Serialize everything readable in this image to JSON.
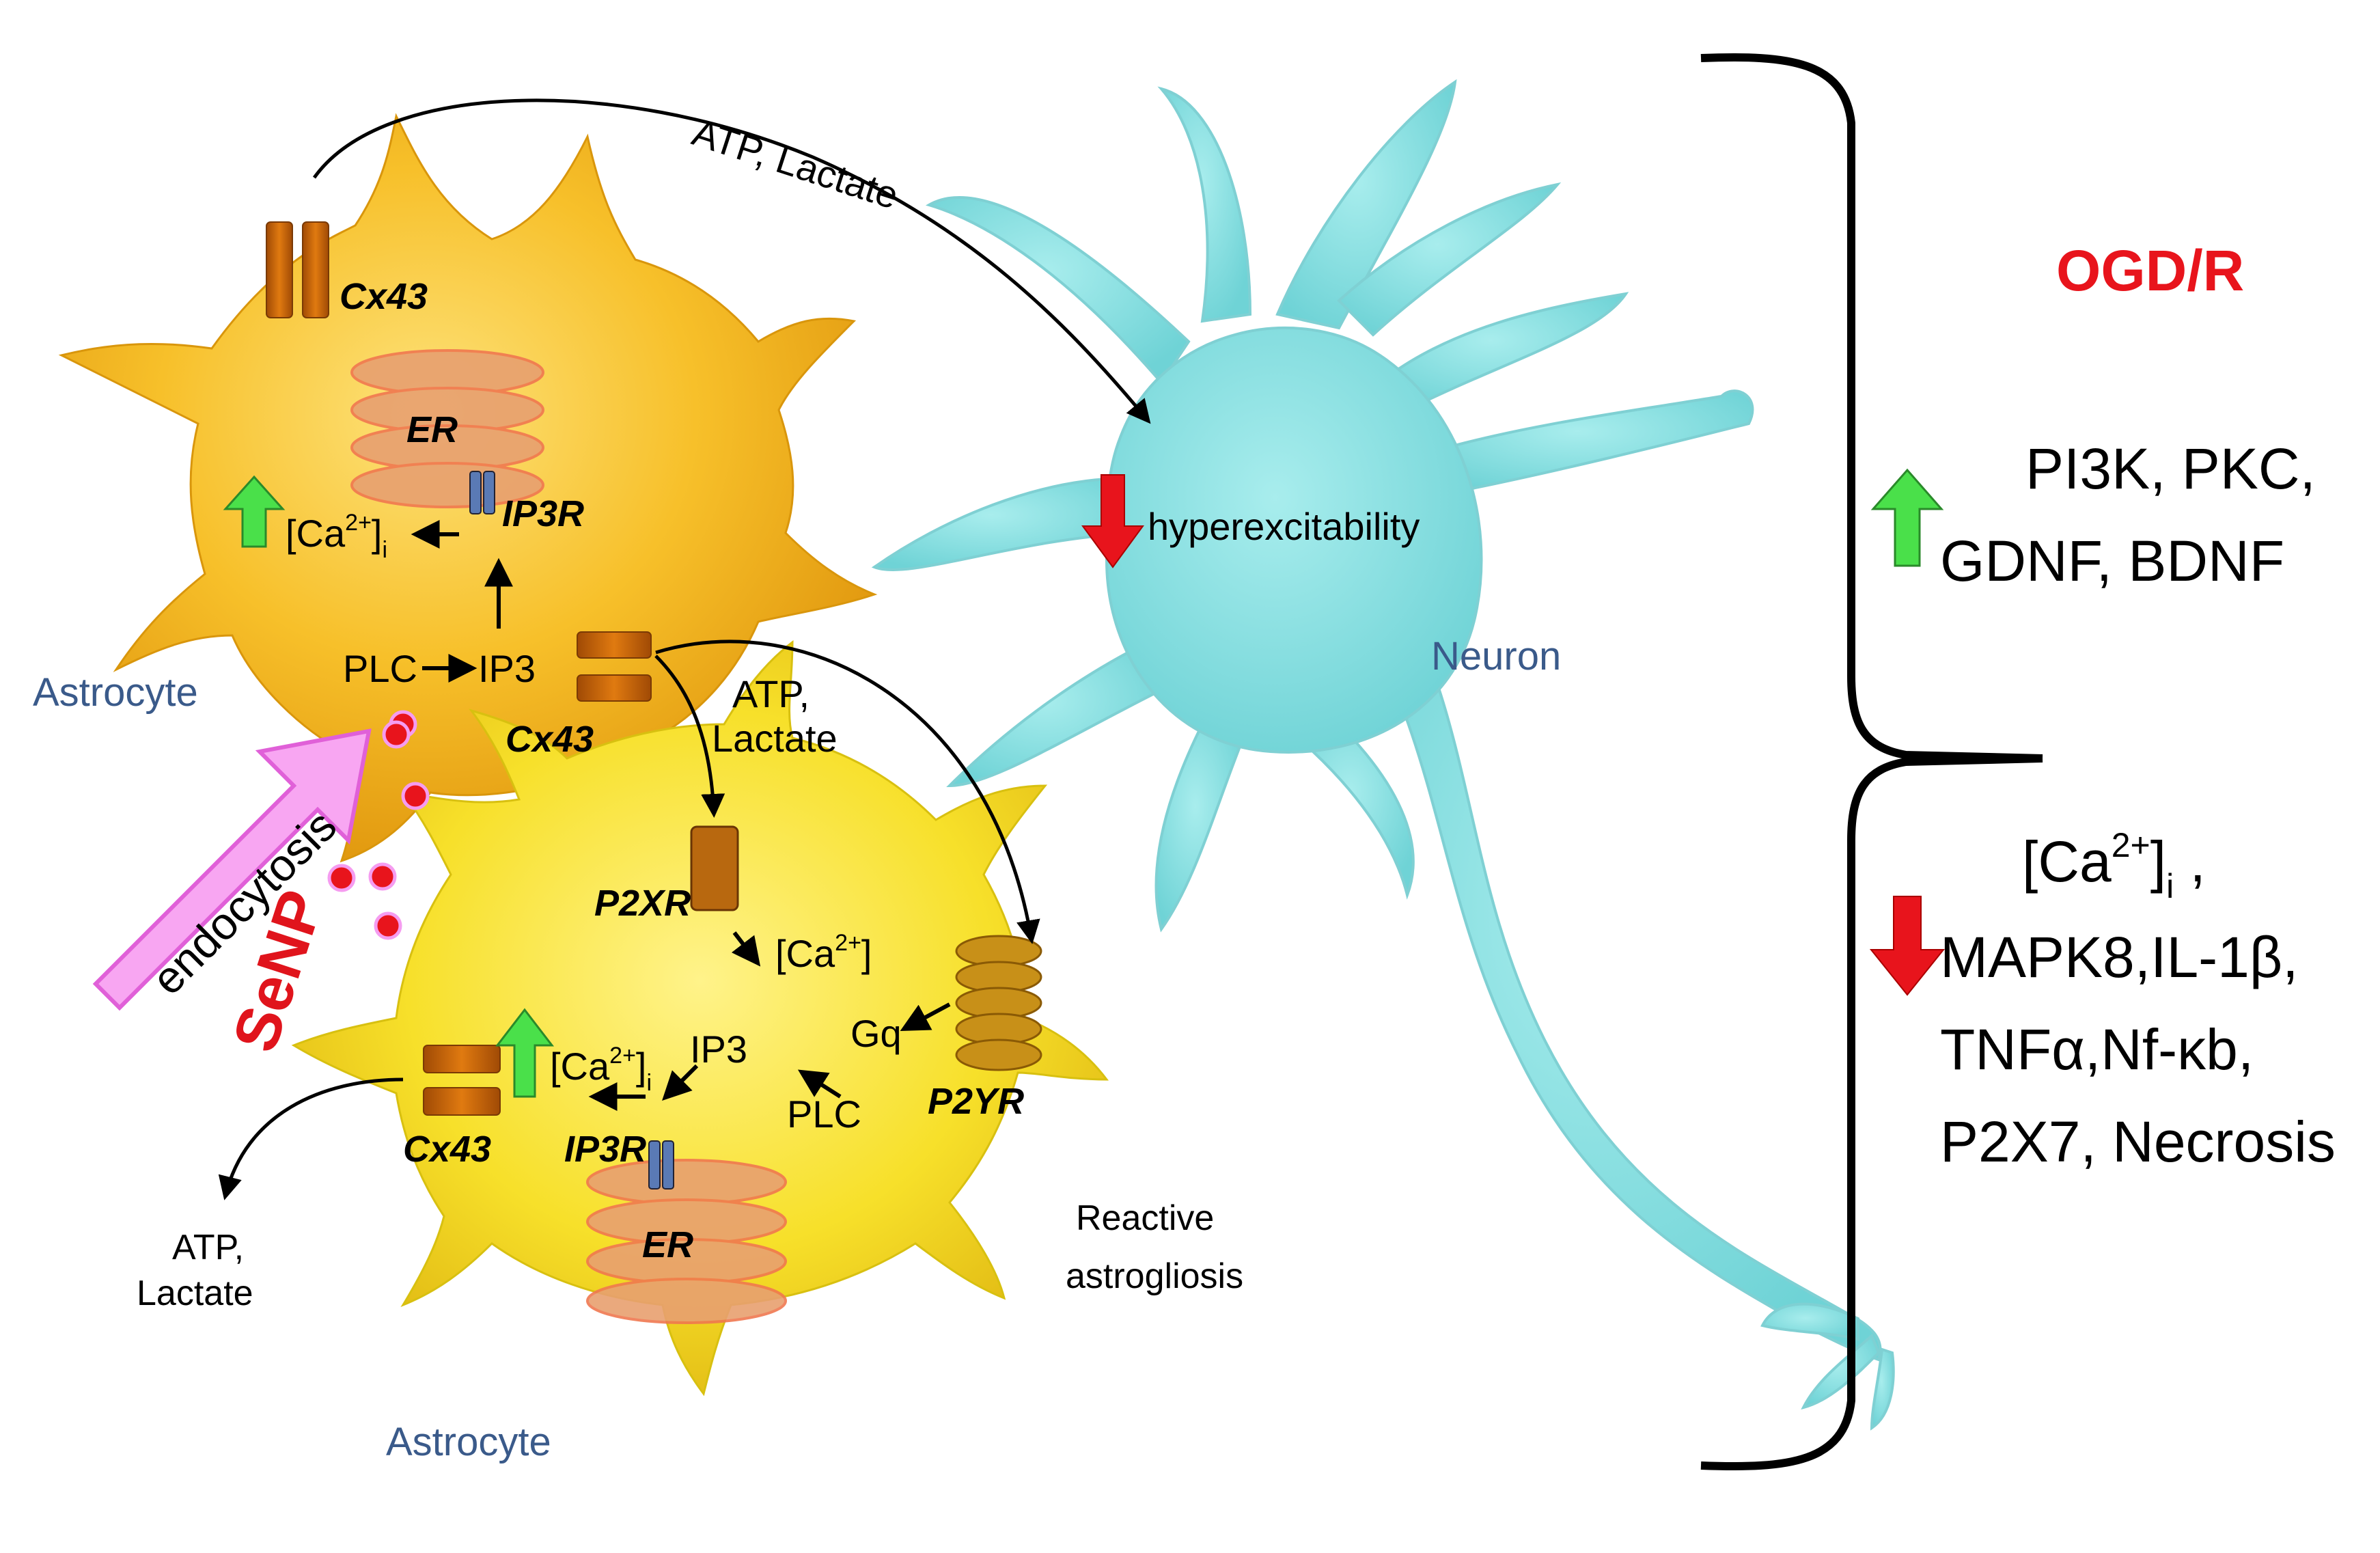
{
  "astrocyte_top": {
    "name": "Astrocyte",
    "cx43": "Cx43",
    "er": "ER",
    "ip3r": "IP3R",
    "ca": "[Ca",
    "ca_sup": "2+",
    "ca_close": "]",
    "ca_sub": "i",
    "plc": "PLC",
    "ip3": "IP3",
    "cx43_lower": "Cx43"
  },
  "astrocyte_bottom": {
    "name": "Astrocyte",
    "state_line1": "Reactive",
    "state_line2": "astrogliosis",
    "p2xr": "P2XR",
    "ca": "[Ca",
    "ca_sup": "2+",
    "ca_close": "]",
    "p2yr": "P2YR",
    "gq": "Gq",
    "ip3": "IP3",
    "plc": "PLC",
    "ca_i": "[Ca",
    "ca_i_sup": "2+",
    "ca_i_close": "]",
    "ca_i_sub": "i",
    "cx43": "Cx43",
    "ip3r": "IP3R",
    "er": "ER"
  },
  "flows": {
    "top_to_neuron": "ATP,  Lactate",
    "top_to_bottom_line1": "ATP,",
    "top_to_bottom_line2": "Lactate",
    "bottom_out_line1": "ATP,",
    "bottom_out_line2": "Lactate"
  },
  "entry": {
    "endocytosis": "endocytosis",
    "senp": "SeNP"
  },
  "neuron": {
    "name": "Neuron",
    "effect": "hyperexcitability"
  },
  "outcomes": {
    "title": "OGD/R",
    "up_line1": "PI3K, PKC,",
    "up_line2": "GDNF, BDNF",
    "down_ca": "[Ca",
    "down_ca_sup": "2+",
    "down_ca_close": "]",
    "down_ca_sub": "i",
    "down_ca_tail": " ,",
    "down_line2": "MAPK8,IL-1β,",
    "down_line3": "TNFα,Nf-κb,",
    "down_line4": "P2X7, Necrosis"
  },
  "colors": {
    "astrocyte_top": "#f5b81a",
    "astrocyte_bottom": "#f7e01e",
    "neuron": "#8fe3e3",
    "up_arrow": "#3fdc3f",
    "down_arrow": "#e8141c",
    "endocytosis_arrow": "#f59cf0",
    "title": "#e8141c"
  }
}
